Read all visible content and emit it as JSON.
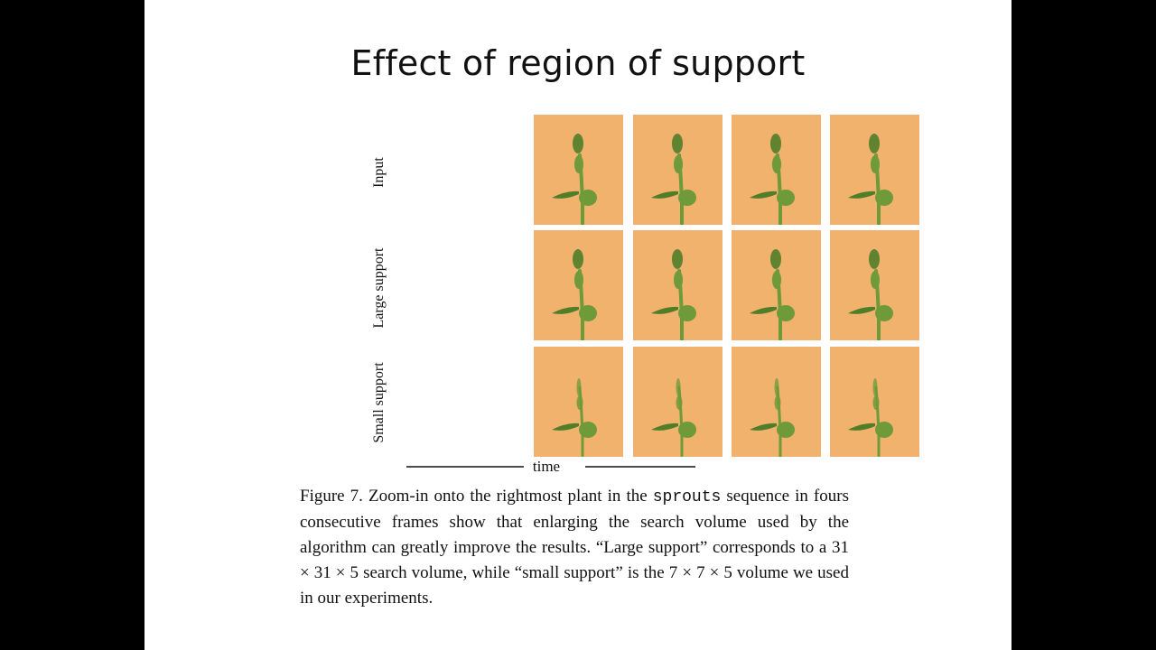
{
  "slide": {
    "title": "Effect of region of support"
  },
  "figure": {
    "row_labels": [
      "Input",
      "Large support",
      "Small support"
    ],
    "axis_label": "time",
    "caption_before": "Figure 7. Zoom-in onto the rightmost plant in the ",
    "caption_code": "sprouts",
    "caption_after": " sequence in fours consecutive frames show that enlarging the search volume used by the algorithm can greatly improve the results. “Large support” corresponds to a 31 × 31 × 5 search volume, while “small support” is the 7 × 7 × 5 volume we used in our experiments."
  },
  "colors": {
    "background": "#f2b56f",
    "plant": "#6e9a3a",
    "plant_dark": "#4f7d28"
  }
}
